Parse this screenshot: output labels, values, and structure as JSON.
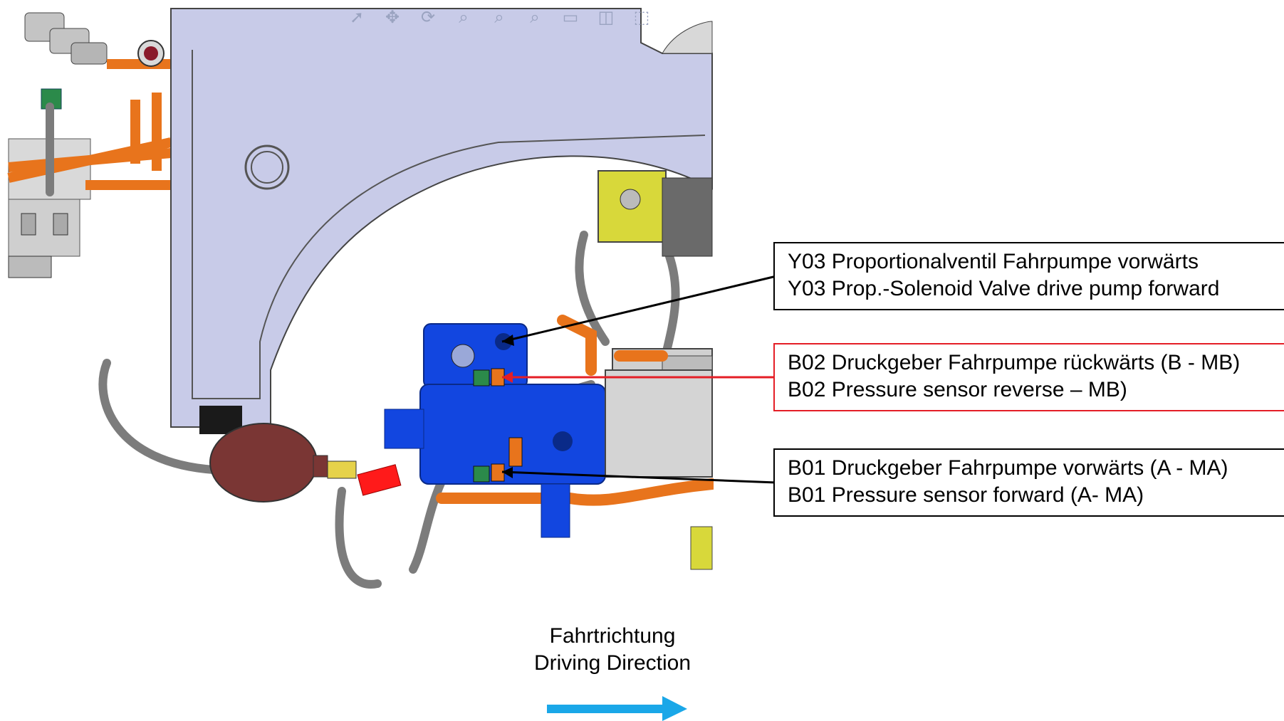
{
  "toolbar": {
    "icons": [
      "select-arrow-icon",
      "pan-move-icon",
      "rotate-icon",
      "zoom-icon",
      "zoom-area-icon",
      "zoom-fit-icon",
      "display-mode-icon",
      "section-view-icon",
      "view-cube-icon"
    ]
  },
  "callouts": [
    {
      "id": "Y03",
      "line1": "Y03 Proportionalventil Fahrpumpe vorwärts",
      "line2": "Y03 Prop.-Solenoid Valve drive pump forward",
      "border_color": "#000000",
      "leader_color": "#000000"
    },
    {
      "id": "B02",
      "line1": "B02 Druckgeber Fahrpumpe rückwärts (B - MB)",
      "line2": "B02 Pressure sensor reverse – MB)",
      "border_color": "#e41e26",
      "leader_color": "#e41e26"
    },
    {
      "id": "B01",
      "line1": "B01 Druckgeber Fahrpumpe vorwärts (A - MA)",
      "line2": "B01 Pressure sensor forward (A- MA)",
      "border_color": "#000000",
      "leader_color": "#000000"
    }
  ],
  "direction": {
    "line1": "Fahrtrichtung",
    "line2": "Driving Direction",
    "arrow_color": "#1aa7e8"
  },
  "colors": {
    "frame": "#c8cbe8",
    "pump_blue": "#1246e0",
    "hydraulic_orange": "#e8741c",
    "accumulator": "#7a3634",
    "valve_yellow": "#d8d83a",
    "fitting_red": "#ff1a1a",
    "hose_grey": "#8a8a8a"
  }
}
